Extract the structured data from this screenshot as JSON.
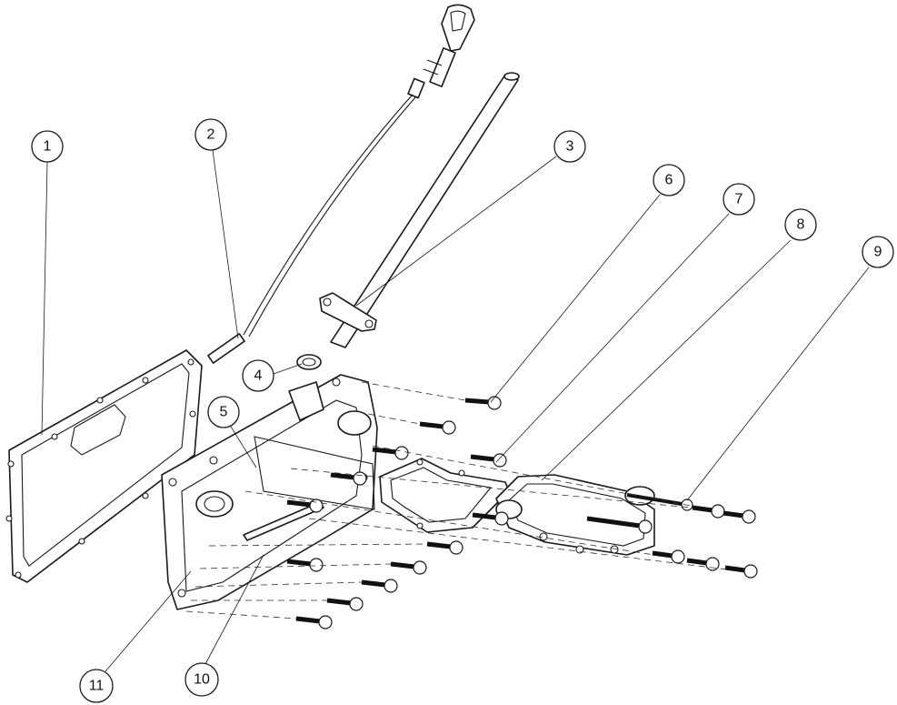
{
  "callouts": [
    {
      "label": "1"
    },
    {
      "label": "2"
    },
    {
      "label": "3"
    },
    {
      "label": "4"
    },
    {
      "label": "5"
    },
    {
      "label": "6"
    },
    {
      "label": "7"
    },
    {
      "label": "8"
    },
    {
      "label": "9"
    },
    {
      "label": "10"
    },
    {
      "label": "11"
    }
  ],
  "colors": {
    "line": "#1a1a1a",
    "background": "#ffffff"
  }
}
